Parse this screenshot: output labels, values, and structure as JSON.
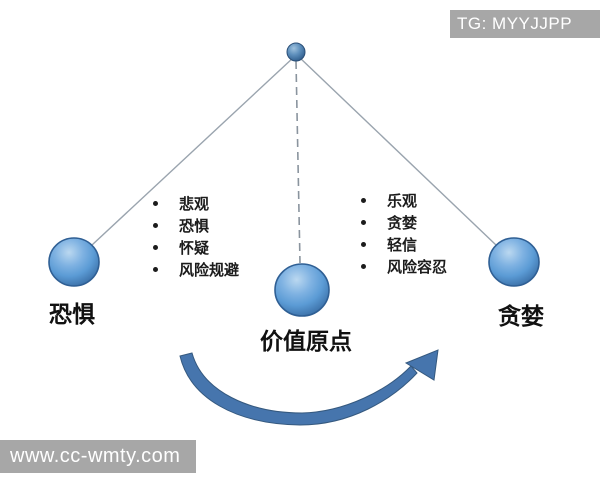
{
  "watermarks": {
    "top_right": "TG: MYYJJPP",
    "bottom_left": "www.cc-wmty.com"
  },
  "diagram": {
    "type": "pendulum",
    "pendulum": {
      "left_ball_label": "恐惧",
      "center_ball_label": "价值原点",
      "right_ball_label": "贪婪"
    },
    "left_list": {
      "items": [
        "悲观",
        "恐惧",
        "怀疑",
        "风险规避"
      ]
    },
    "right_list": {
      "items": [
        "乐观",
        "贪婪",
        "轻信",
        "风险容忍"
      ]
    },
    "colors": {
      "ball_fill": "#5b9bd5",
      "ball_highlight": "#bbd8f0",
      "ball_border": "#2f5f94",
      "pivot_fill": "#3b6a99",
      "line": "#9aa4ae",
      "dashed_line": "#8a949e",
      "arrow": "#4675ad",
      "badge_bg": "#a7a7a7",
      "badge_text": "#ffffff",
      "text": "#1c1c1c"
    }
  }
}
